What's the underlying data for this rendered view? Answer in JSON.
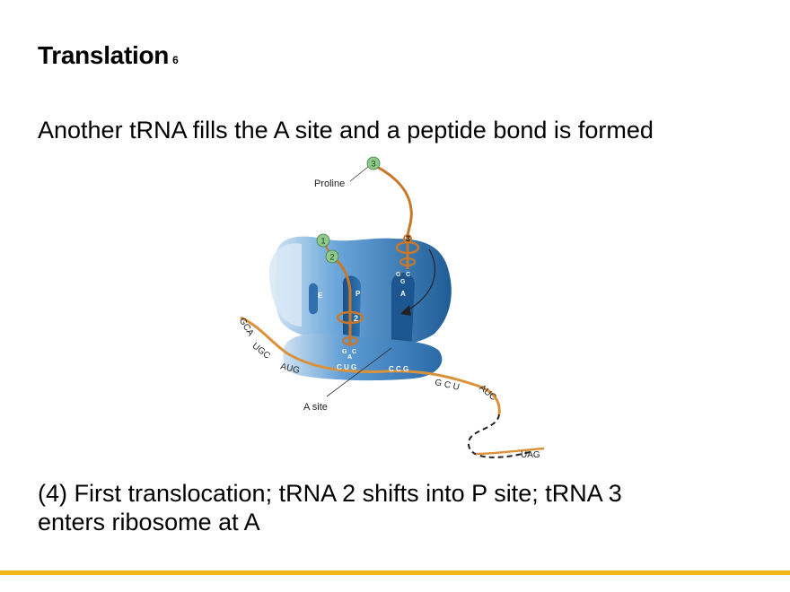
{
  "slide": {
    "title": "Translation",
    "number": "6",
    "subtitle": "Another tRNA fills the A site and a peptide bond is formed",
    "caption_line1": "(4) First translocation; tRNA 2 shifts into P site; tRNA 3",
    "caption_line2": "enters ribosome at A",
    "accent_color": "#f2b518"
  },
  "diagram": {
    "labels": {
      "proline": "Proline",
      "a_site": "A site"
    },
    "amino_acids": [
      "1",
      "2",
      "3"
    ],
    "trna_numbers": [
      "2",
      "3"
    ],
    "sites": [
      "E",
      "P",
      "A"
    ],
    "anticodon_p": [
      "G",
      "A",
      "C"
    ],
    "anticodon_a": [
      "G",
      "G",
      "C"
    ],
    "codons_on_ribosome": [
      "C U G",
      "C C G"
    ],
    "mrna_codons_left": [
      "GCA",
      "UGC",
      "AUG"
    ],
    "mrna_codons_right": [
      "G C U",
      "AUC",
      "UAG"
    ],
    "colors": {
      "ribosome_dark": "#1f5c96",
      "ribosome_mid": "#3f86c7",
      "ribosome_light": "#a9cbea",
      "mrna": "#d9923b",
      "trna": "#c9782a",
      "amino_acid": "#8cc98a"
    }
  }
}
